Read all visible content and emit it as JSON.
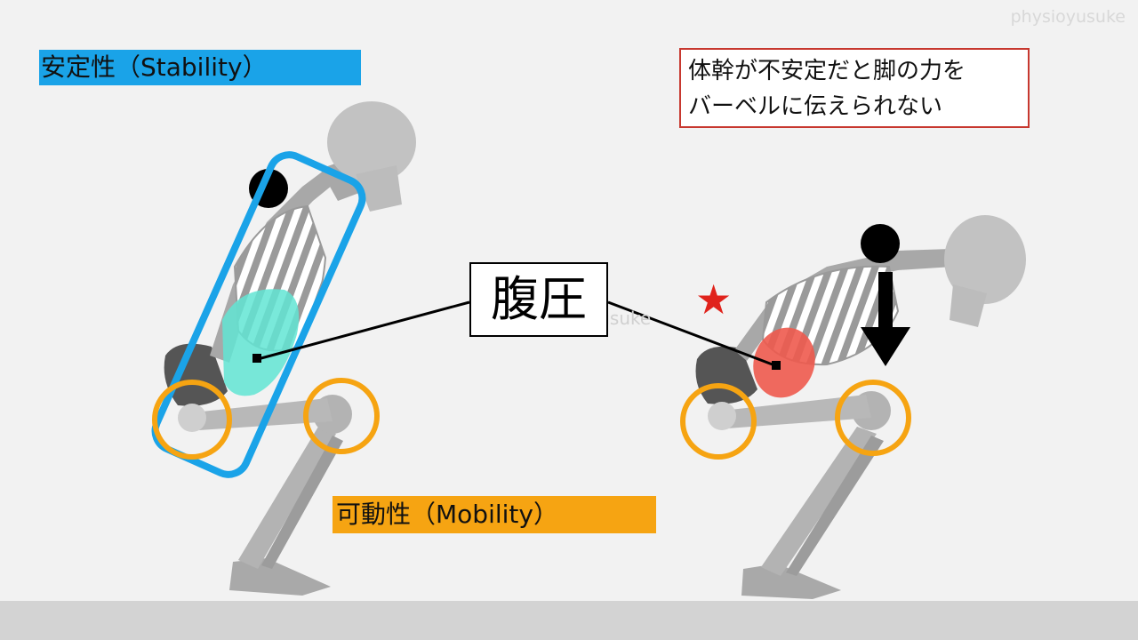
{
  "watermark": "physioyusuke",
  "watermark_center": "physioyusuke",
  "labels": {
    "stability": "安定性（Stability）",
    "mobility": "可動性（Mobility）",
    "center": "腹圧"
  },
  "note": {
    "line1": "体幹が不安定だと脚の力を",
    "line2": "バーベルに伝えられない"
  },
  "star": "★",
  "colors": {
    "stability": "#1aa3e8",
    "mobility": "#f6a412",
    "abdominal_stable": "#62e5d4",
    "abdominal_unstable": "#ee5a4e",
    "warning_border": "#c7382f",
    "star": "#e0231c"
  },
  "icons": {
    "barbell": "black-circle",
    "load": "arrow-down-icon",
    "warning": "star-icon"
  }
}
